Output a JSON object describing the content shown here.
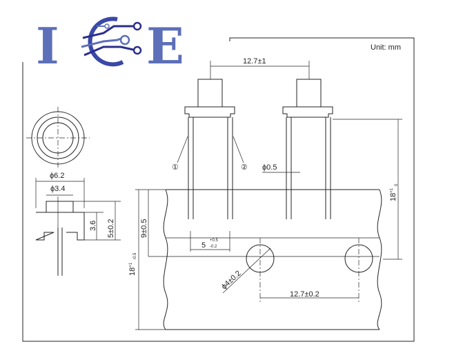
{
  "logo": {
    "text": "ICE",
    "color": "#5c6fb8",
    "accent": "#2a2e8c"
  },
  "unit_label": "Unit: mm",
  "dimensions": {
    "pin_pitch_top": "12.7±1",
    "callout_1": "①",
    "callout_2": "②",
    "pin_diameter": "ϕ0.5",
    "height_right_main": "18",
    "height_right_tol_plus": "+1",
    "height_right_tol_minus": "0",
    "outer_diameter": "ϕ6.2",
    "cap_diameter": "ϕ3.4",
    "body_height": "3.6",
    "total_height": "5±0.2",
    "pin_length": "9±0.5",
    "height_left_main": "18",
    "height_left_tol_plus": "+1",
    "height_left_tol_minus": "-0.5",
    "pin_spacing_main": "5",
    "pin_spacing_tol_plus": "+0.5",
    "pin_spacing_tol_minus": "-0.2",
    "hole_diameter": "ϕ4±0.2",
    "hole_pitch": "12.7±0.2"
  }
}
